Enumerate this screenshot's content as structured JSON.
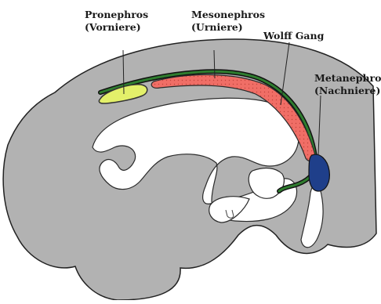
{
  "labels": {
    "pronephros": {
      "name": "Pronephros",
      "german": "(Vorniere)"
    },
    "mesonephros": {
      "name": "Mesonephros",
      "german": "(Urniere)"
    },
    "wolff": {
      "name": "Wolff Gang"
    },
    "metanephros": {
      "name": "Metanephros",
      "german": "(Nachniere)"
    }
  },
  "colors": {
    "embryo_body": "#b2b2b2",
    "outline": "#222222",
    "cavity": "#ffffff",
    "pronephros": "#e3f06a",
    "mesonephros": "#f06e66",
    "wolff_duct": "#1f5e1f",
    "metanephros": "#1f3f8a"
  }
}
